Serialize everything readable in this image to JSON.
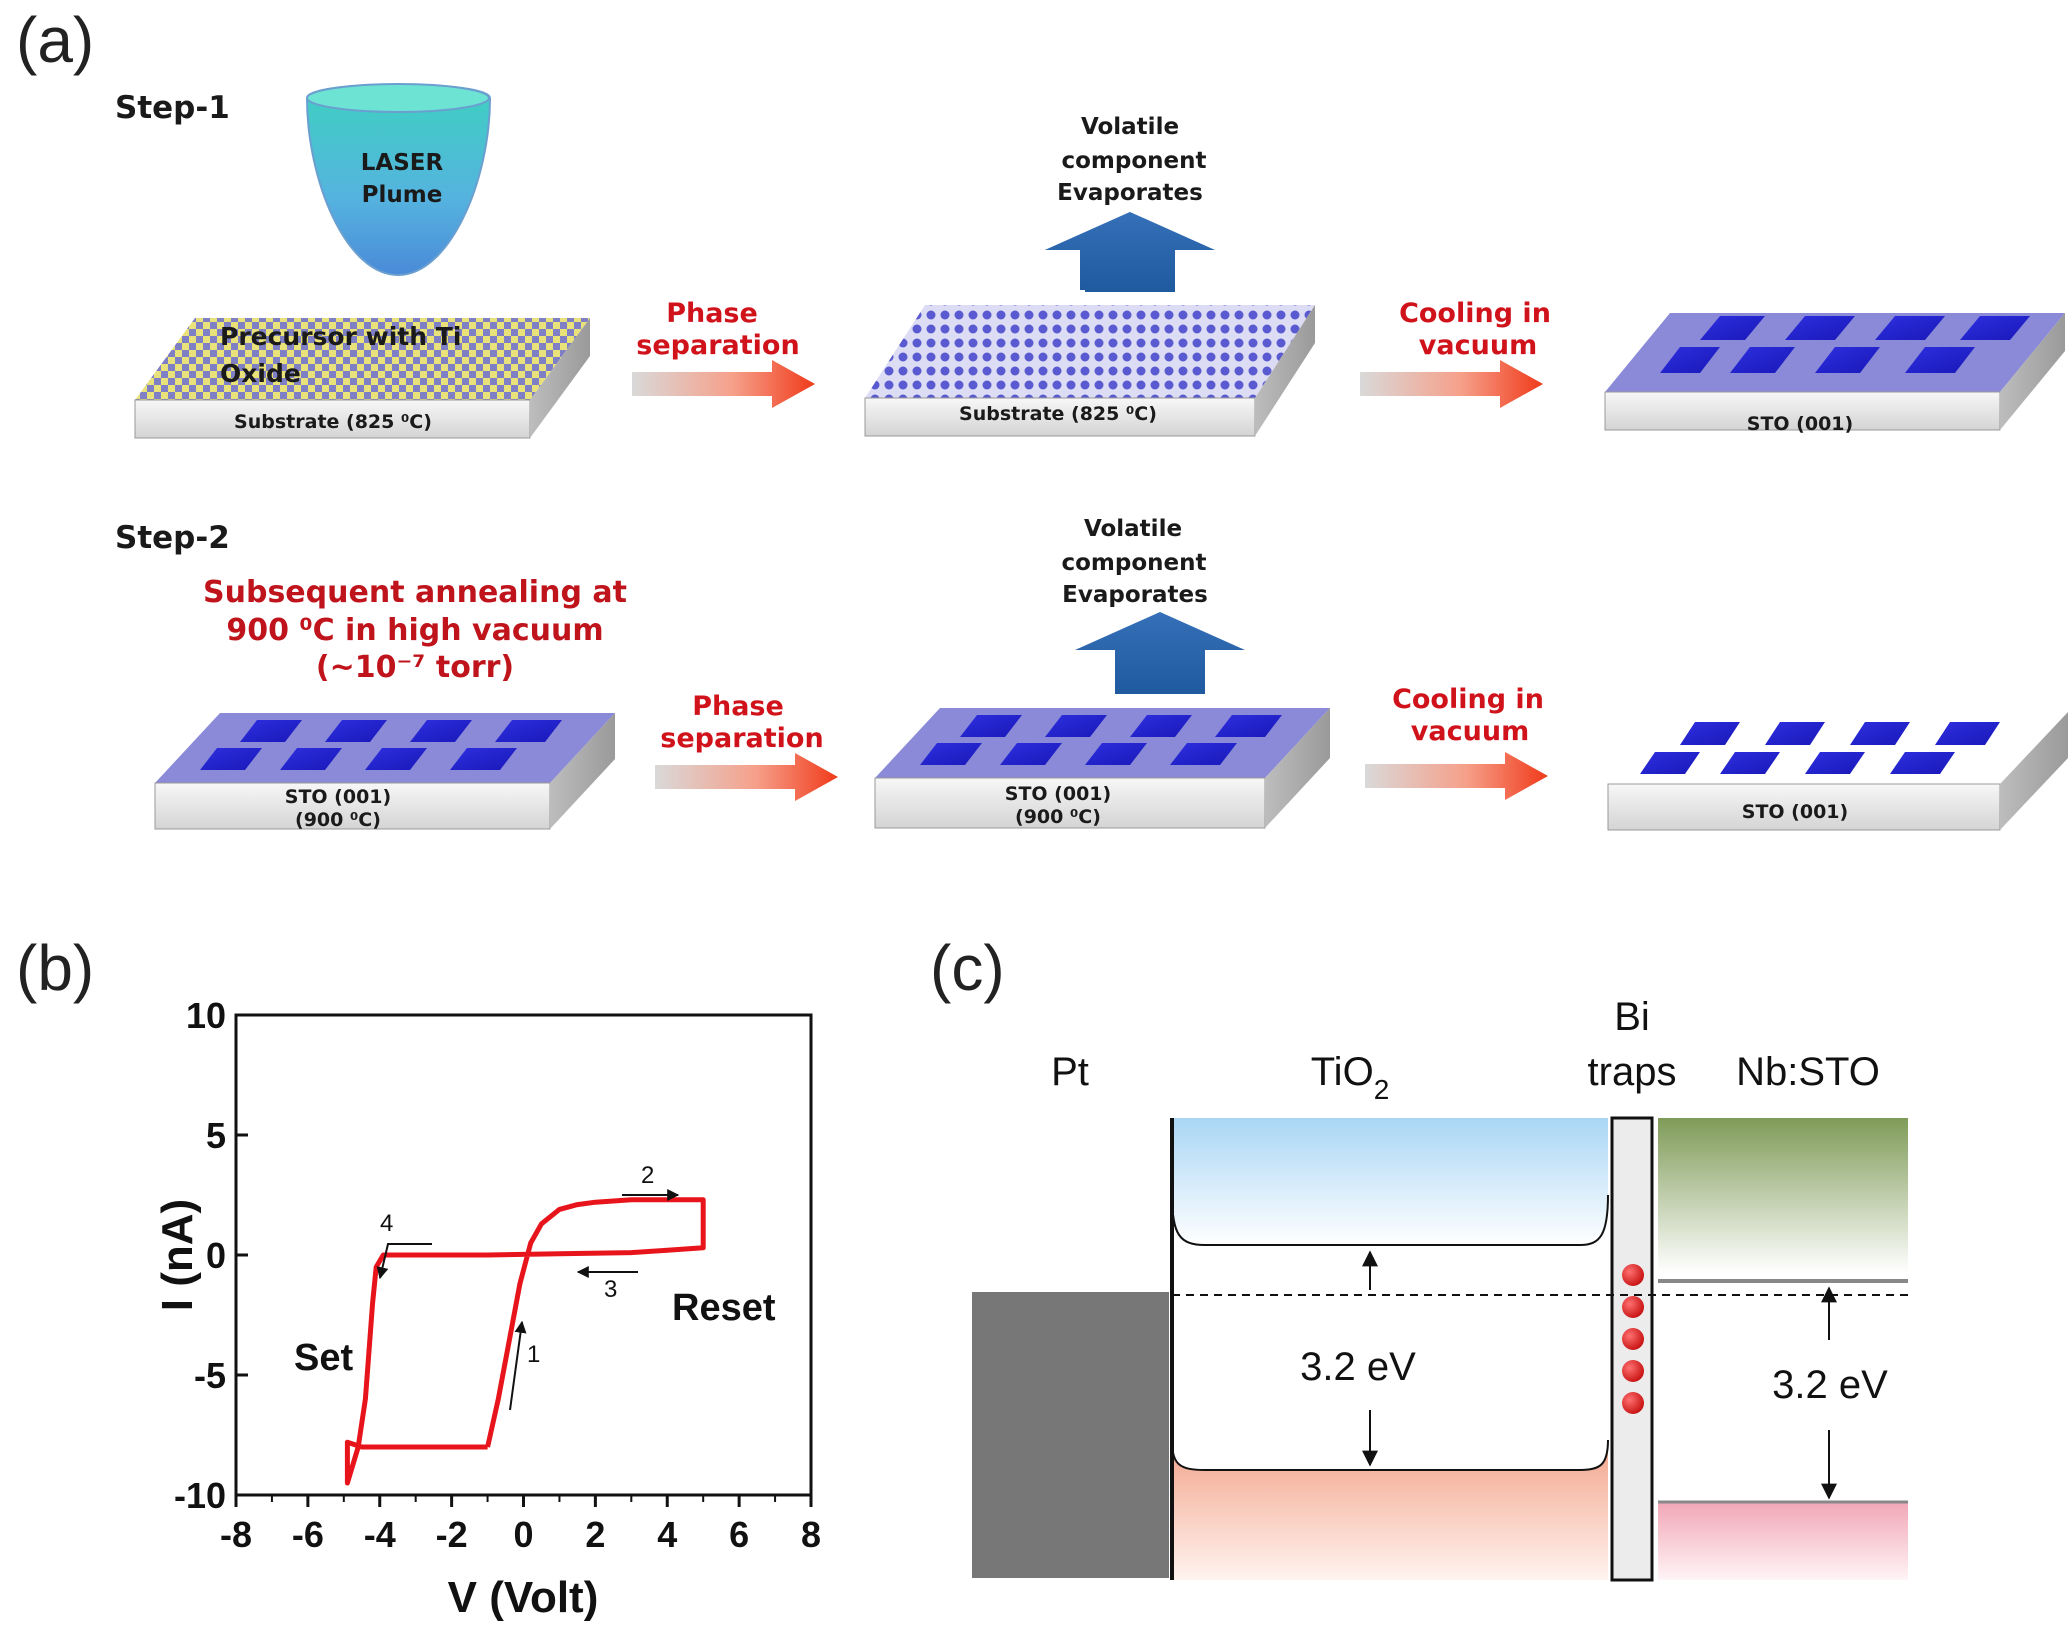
{
  "panel_a": {
    "letter": "(a)",
    "step1": {
      "title": "Step-1",
      "laser": [
        "LASER",
        "Plume"
      ],
      "precursor": [
        "Precursor with Ti",
        "Oxide"
      ],
      "substrate1": "Substrate (825 ⁰C)",
      "phase_sep": [
        "Phase",
        "separation"
      ],
      "volatile": [
        "Volatile",
        "component",
        "Evaporates"
      ],
      "substrate2": "Substrate (825 ⁰C)",
      "cooling": [
        "Cooling in",
        "vacuum"
      ],
      "sto": "STO (001)"
    },
    "step2": {
      "title": "Step-2",
      "anneal": [
        "Subsequent annealing at",
        "900 ⁰C in high vacuum",
        "(~10⁻⁷ torr)"
      ],
      "sto1": [
        "STO (001)",
        "(900 ⁰C)"
      ],
      "phase_sep": [
        "Phase",
        "separation"
      ],
      "volatile": [
        "Volatile",
        "component",
        "Evaporates"
      ],
      "sto2": [
        "STO (001)",
        "(900 ⁰C)"
      ],
      "cooling": [
        "Cooling in",
        "vacuum"
      ],
      "sto3": "STO (001)"
    }
  },
  "panel_b": {
    "letter": "(b)",
    "annotations": {
      "set": "Set",
      "reset": "Reset",
      "n1": "1",
      "n2": "2",
      "n3": "3",
      "n4": "4"
    }
  },
  "chart_data": {
    "type": "line",
    "xlabel": "V (Volt)",
    "ylabel": "I (nA)",
    "xlim": [
      -8,
      8
    ],
    "ylim": [
      -10,
      10
    ],
    "xticks": [
      -8,
      -6,
      -4,
      -2,
      0,
      2,
      4,
      6,
      8
    ],
    "yticks": [
      10,
      5,
      0,
      -5,
      -10
    ],
    "series": [
      {
        "color": "#e8141c",
        "x": [
          -1.0,
          -0.7,
          -0.4,
          -0.1,
          0.2,
          0.5,
          1.0,
          1.5,
          2.0,
          3.0,
          4.0,
          5.0,
          5.0,
          4.0,
          3.0,
          1.0,
          -1.0,
          -2.0,
          -3.0,
          -3.9,
          -4.1,
          -4.2,
          -4.3,
          -4.4,
          -4.6,
          -4.9,
          -4.9,
          -4.5,
          -4.0,
          -3.0,
          -2.0,
          -1.0
        ],
        "y": [
          -8.0,
          -6.0,
          -3.6,
          -1.2,
          0.5,
          1.3,
          1.9,
          2.1,
          2.2,
          2.3,
          2.3,
          2.3,
          0.3,
          0.2,
          0.1,
          0.05,
          0.0,
          0.0,
          0.0,
          0.0,
          -0.5,
          -2.0,
          -4.0,
          -6.0,
          -8.0,
          -9.5,
          -7.8,
          -8.0,
          -8.0,
          -8.0,
          -8.0,
          -8.0
        ]
      }
    ]
  },
  "panel_c": {
    "letter": "(c)",
    "pt": "Pt",
    "tio2": "TiO",
    "tio2_sub": "2",
    "bi": "Bi",
    "traps": "traps",
    "nbsto": "Nb:STO",
    "gap1": "3.2 eV",
    "gap2": "3.2 eV"
  },
  "colors": {
    "red_arrow": "#f03a1a",
    "blue_arrow": "#2a66b0",
    "curve": "#e8141c",
    "trap": "#d81c1c"
  }
}
